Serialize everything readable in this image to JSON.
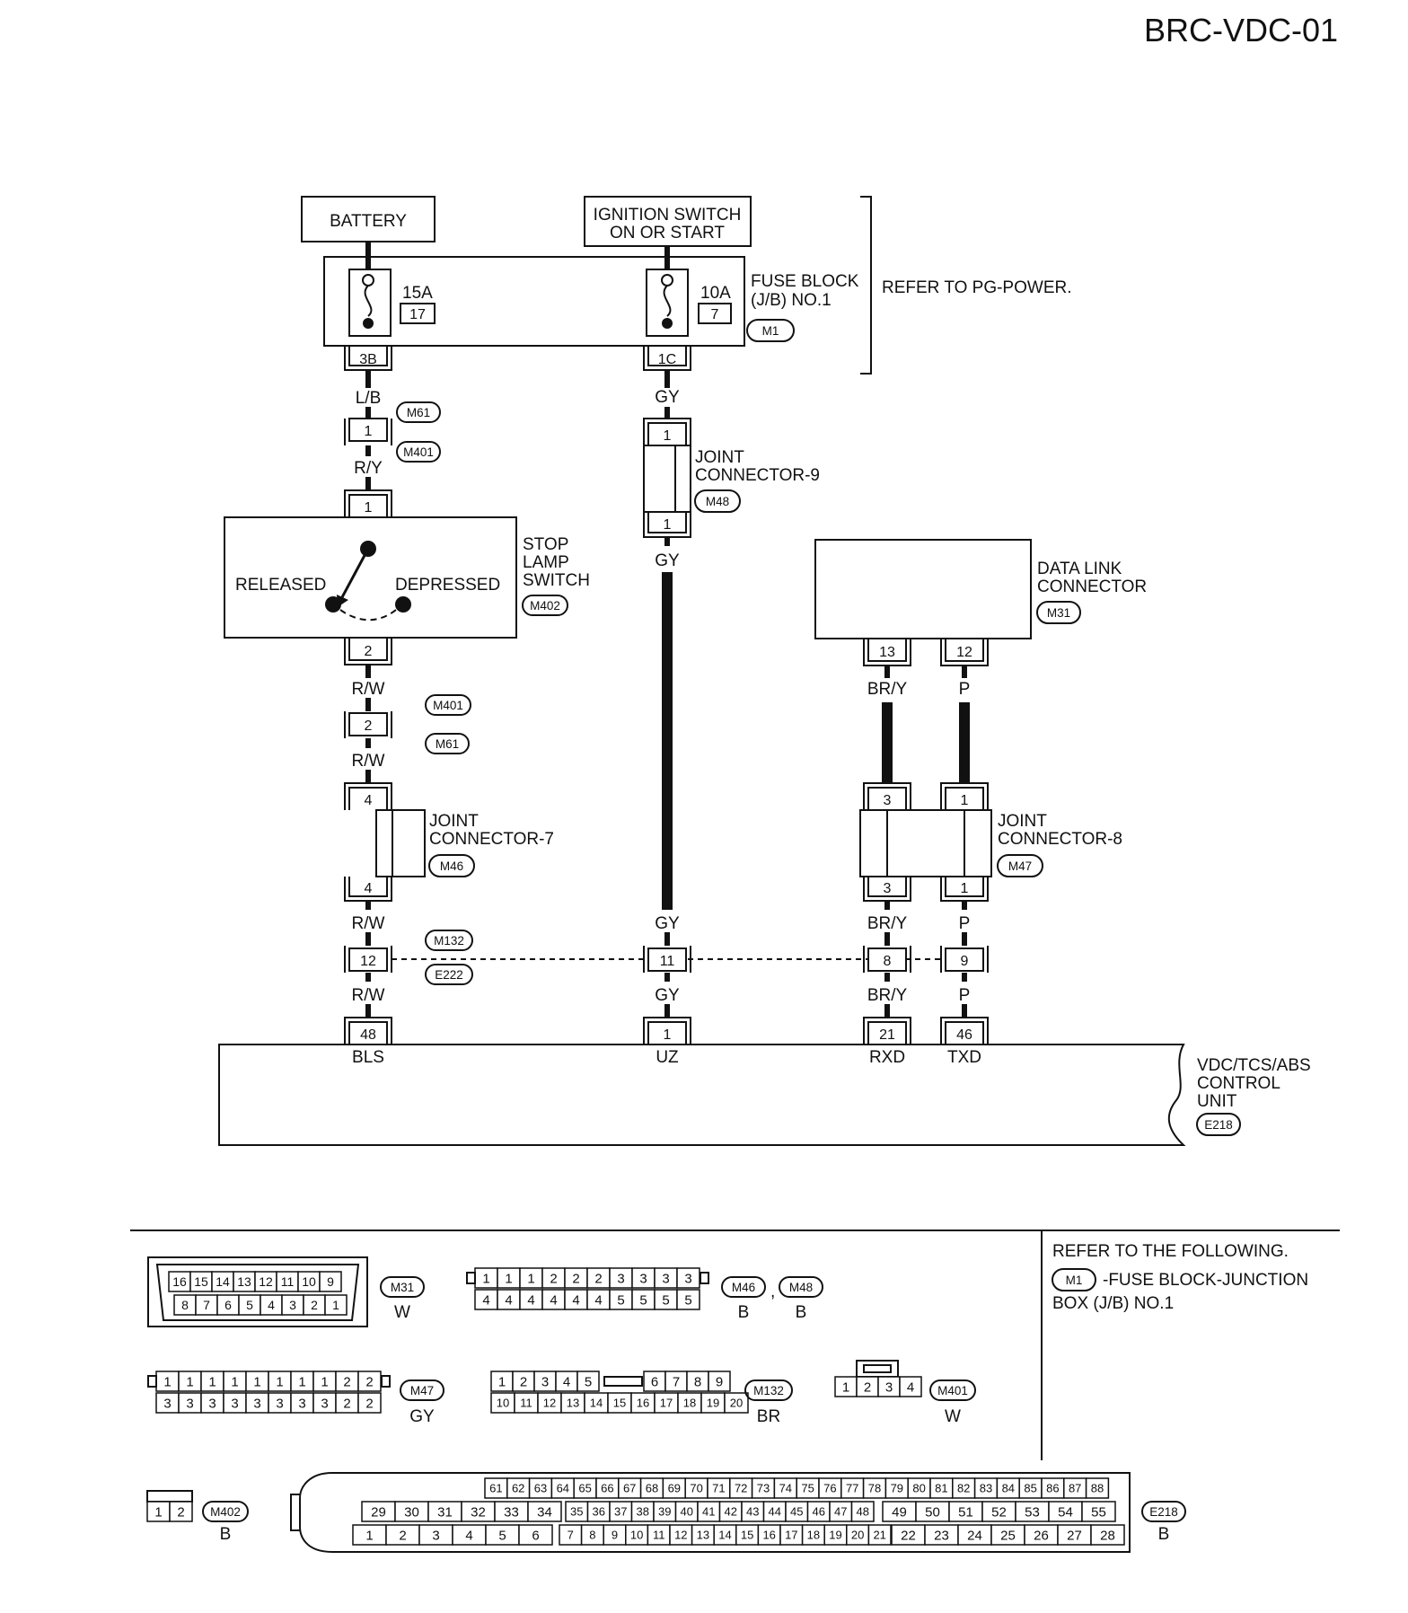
{
  "title": "BRC-VDC-01",
  "components": {
    "battery": "BATTERY",
    "ignition_line1": "IGNITION SWITCH",
    "ignition_line2": "ON OR START",
    "fuse_block_line1": "FUSE BLOCK",
    "fuse_block_line2": "(J/B) NO.1",
    "fuse_block_conn": "M1",
    "refer_pg": "REFER TO PG-POWER.",
    "fuse1_amp": "15A",
    "fuse1_num": "17",
    "fuse1_term": "3B",
    "fuse2_amp": "10A",
    "fuse2_num": "7",
    "fuse2_term": "1C",
    "stop_lamp_line1": "STOP",
    "stop_lamp_line2": "LAMP",
    "stop_lamp_line3": "SWITCH",
    "stop_lamp_conn": "M402",
    "released": "RELEASED",
    "depressed": "DEPRESSED",
    "jc9_line1": "JOINT",
    "jc9_line2": "CONNECTOR-9",
    "jc9_conn": "M48",
    "jc7_line1": "JOINT",
    "jc7_line2": "CONNECTOR-7",
    "jc7_conn": "M46",
    "jc8_line1": "JOINT",
    "jc8_line2": "CONNECTOR-8",
    "jc8_conn": "M47",
    "dlc_line1": "DATA LINK",
    "dlc_line2": "CONNECTOR",
    "dlc_conn": "M31",
    "vdc_line1": "VDC/TCS/ABS",
    "vdc_line2": "CONTROL",
    "vdc_line3": "UNIT",
    "vdc_conn": "E218"
  },
  "wires": {
    "lb": "L/B",
    "ry": "R/Y",
    "rw": "R/W",
    "gy": "GY",
    "bry": "BR/Y",
    "p": "P"
  },
  "connectors": {
    "m61": "M61",
    "m401": "M401",
    "m132": "M132",
    "e222": "E222"
  },
  "pins": {
    "p1": "1",
    "p2": "2",
    "p3": "3",
    "p4": "4",
    "p8": "8",
    "p9": "9",
    "p11": "11",
    "p12": "12",
    "p13": "13",
    "p21": "21",
    "p46": "46",
    "p48": "48"
  },
  "ecu_terminals": {
    "bls": "BLS",
    "uz": "UZ",
    "rxd": "RXD",
    "txd": "TXD"
  },
  "legend": {
    "refer_line1": "REFER TO THE FOLLOWING.",
    "refer_conn": "M1",
    "refer_line2": "-FUSE BLOCK-JUNCTION",
    "refer_line3": "BOX (J/B) NO.1",
    "m31_label": "M31",
    "m31_color": "W",
    "m46_label": "M46",
    "m46_color": "B",
    "comma": ",",
    "m48_label": "M48",
    "m48_color": "B",
    "m47_label": "M47",
    "m47_color": "GY",
    "m132_label": "M132",
    "m132_color": "BR",
    "m401_label": "M401",
    "m401_color": "W",
    "m402_label": "M402",
    "m402_color": "B",
    "e218_label": "E218",
    "e218_color": "B",
    "m31_top": [
      "16",
      "15",
      "14",
      "13",
      "12",
      "11",
      "10",
      "9"
    ],
    "m31_bottom": [
      "8",
      "7",
      "6",
      "5",
      "4",
      "3",
      "2",
      "1"
    ],
    "m46_top": [
      "1",
      "1",
      "1",
      "2",
      "2",
      "2",
      "3",
      "3",
      "3",
      "3"
    ],
    "m46_bottom": [
      "4",
      "4",
      "4",
      "4",
      "4",
      "4",
      "5",
      "5",
      "5",
      "5"
    ],
    "m47_top": [
      "1",
      "1",
      "1",
      "1",
      "1",
      "1",
      "1",
      "1",
      "2",
      "2"
    ],
    "m47_bottom": [
      "3",
      "3",
      "3",
      "3",
      "3",
      "3",
      "3",
      "3",
      "2",
      "2"
    ],
    "m132_top_left": [
      "1",
      "2",
      "3",
      "4",
      "5"
    ],
    "m132_top_right": [
      "6",
      "7",
      "8",
      "9"
    ],
    "m132_bottom": [
      "10",
      "11",
      "12",
      "13",
      "14",
      "15",
      "16",
      "17",
      "18",
      "19",
      "20"
    ],
    "m401_pins": [
      "1",
      "2",
      "3",
      "4"
    ],
    "m402_pins": [
      "1",
      "2"
    ],
    "e218_row1": [
      "61",
      "62",
      "63",
      "64",
      "65",
      "66",
      "67",
      "68",
      "69",
      "70",
      "71",
      "72",
      "73",
      "74",
      "75",
      "76",
      "77",
      "78",
      "79",
      "80",
      "81",
      "82",
      "83",
      "84",
      "85",
      "86",
      "87",
      "88"
    ],
    "e218_row2_left": [
      "29",
      "30",
      "31",
      "32",
      "33",
      "34"
    ],
    "e218_row2_mid": [
      "35",
      "36",
      "37",
      "38",
      "39",
      "40",
      "41",
      "42",
      "43",
      "44",
      "45",
      "46",
      "47",
      "48"
    ],
    "e218_row2_right": [
      "49",
      "50",
      "51",
      "52",
      "53",
      "54",
      "55"
    ],
    "e218_row3_left": [
      "1",
      "2",
      "3",
      "4",
      "5",
      "6"
    ],
    "e218_row3_mid": [
      "7",
      "8",
      "9",
      "10",
      "11",
      "12",
      "13",
      "14",
      "15",
      "16",
      "17",
      "18",
      "19",
      "20",
      "21"
    ],
    "e218_row3_right": [
      "22",
      "23",
      "24",
      "25",
      "26",
      "27",
      "28"
    ]
  }
}
